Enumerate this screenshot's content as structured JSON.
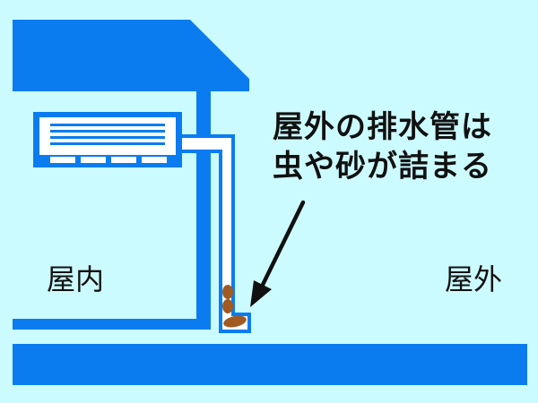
{
  "callout": {
    "line1": "屋外の排水管は",
    "line2": "虫や砂が詰まる"
  },
  "labels": {
    "indoor": "屋内",
    "outdoor": "屋外"
  },
  "colors": {
    "background": "#ccfbff",
    "structure": "#0a7cf0",
    "pipe_fill": "#ffffff",
    "debris": "#a05a22",
    "arrow": "#111111"
  }
}
